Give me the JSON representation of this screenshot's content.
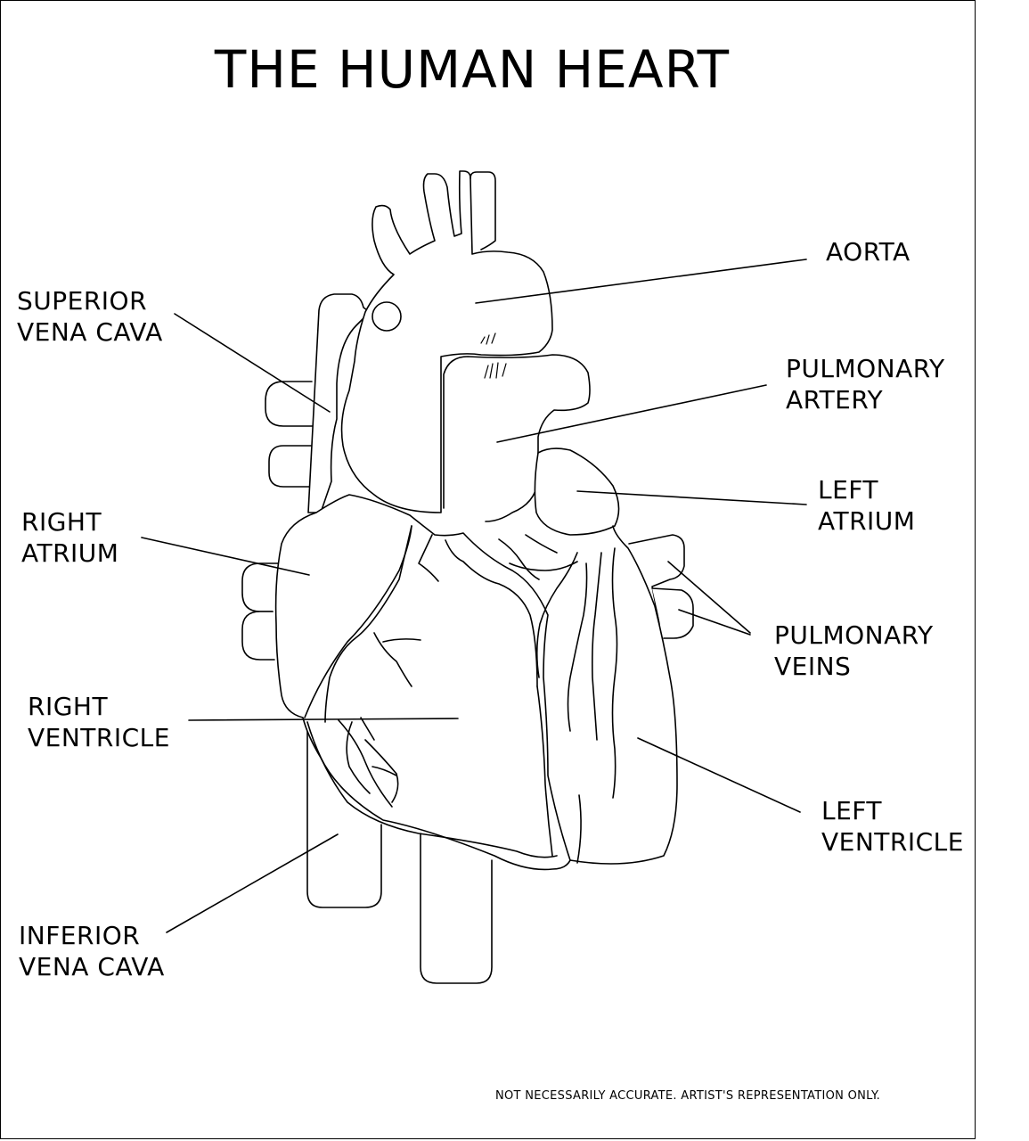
{
  "title": "THE HUMAN HEART",
  "labels": {
    "aorta": [
      "AORTA"
    ],
    "superior_vena_cava": [
      "SUPERIOR",
      "VENA CAVA"
    ],
    "pulmonary_artery": [
      "PULMONARY",
      "ARTERY"
    ],
    "left_atrium": [
      "LEFT",
      "ATRIUM"
    ],
    "right_atrium": [
      "RIGHT",
      "ATRIUM"
    ],
    "pulmonary_veins": [
      "PULMONARY",
      "VEINS"
    ],
    "right_ventricle": [
      "RIGHT",
      "VENTRICLE"
    ],
    "left_ventricle": [
      "LEFT",
      "VENTRICLE"
    ],
    "inferior_vena_cava": [
      "INFERIOR",
      "VENA CAVA"
    ]
  },
  "disclaimer": "NOT NECESSARILY ACCURATE. ARTIST'S REPRESENTATION ONLY.",
  "colors": {
    "line": "#000000",
    "background": "#ffffff"
  }
}
